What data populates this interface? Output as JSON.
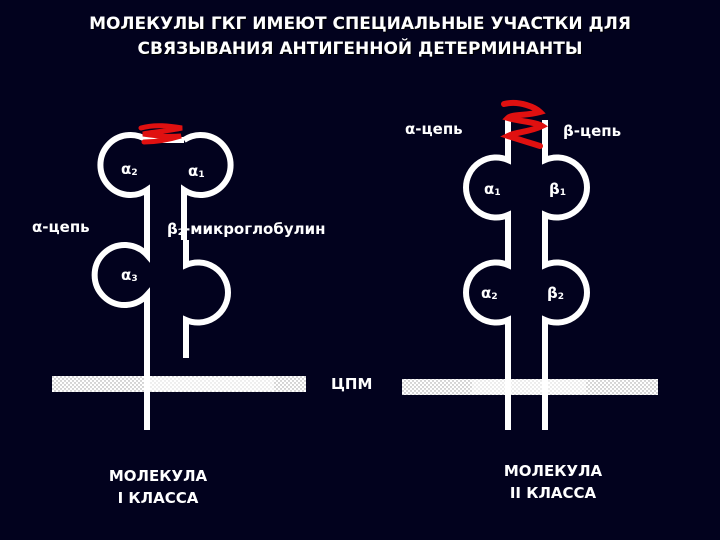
{
  "title_line1": "МОЛЕКУЛЫ ГКГ ИМЕЮТ СПЕЦИАЛЬНЫЕ УЧАСТКИ ДЛЯ",
  "title_line2": "СВЯЗЫВАНИЯ АНТИГЕННОЙ ДЕТЕРМИНАНТЫ",
  "class1": {
    "domain_a2": "α",
    "domain_a2_sub": "2",
    "domain_a1": "α",
    "domain_a1_sub": "1",
    "domain_a3": "α",
    "domain_a3_sub": "3",
    "alpha_chain_label": "α-цепь",
    "b2m_label_prefix": "β",
    "b2m_label_sub": "2",
    "b2m_label_rest": "-микроглобулин",
    "caption_line1": "МОЛЕКУЛА",
    "caption_line2": "I КЛАССА"
  },
  "class2": {
    "alpha_chain_label": "α-цепь",
    "beta_chain_label": "β-цепь",
    "domain_a1": "α",
    "domain_a1_sub": "1",
    "domain_b1": "β",
    "domain_b1_sub": "1",
    "domain_a2": "α",
    "domain_a2_sub": "2",
    "domain_b2": "β",
    "domain_b2_sub": "2",
    "caption_line1": "МОЛЕКУЛА",
    "caption_line2": "II КЛАССА"
  },
  "membrane_label": "ЦПМ",
  "colors": {
    "background": "#02021e",
    "structure": "#ffffff",
    "antigen": "#e01010"
  }
}
